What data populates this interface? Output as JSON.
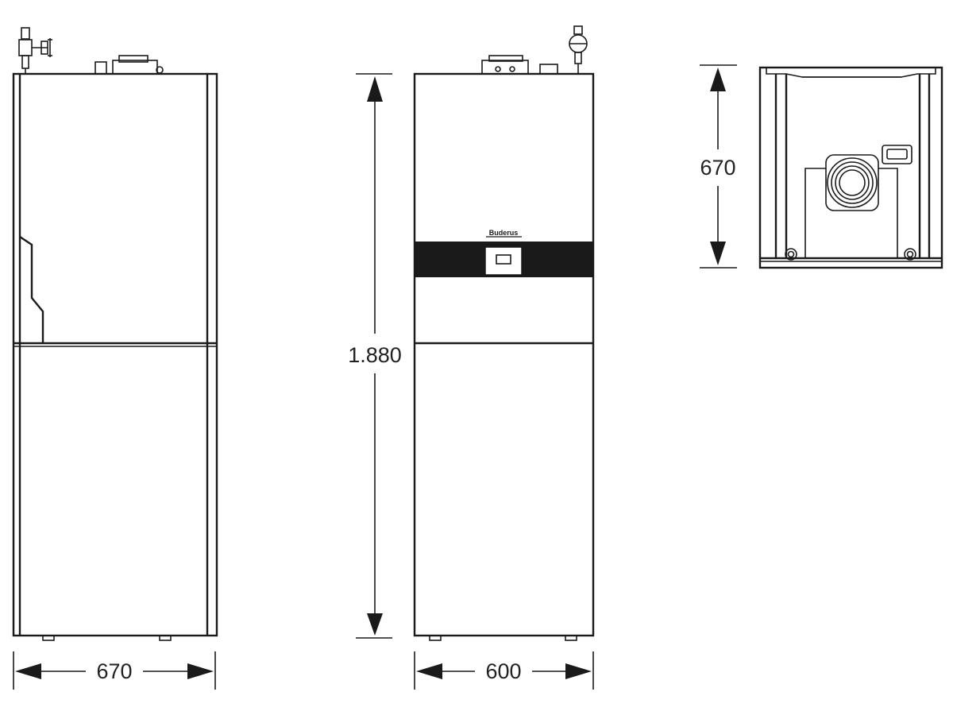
{
  "views": {
    "side": {
      "width_label": "670"
    },
    "front": {
      "height_label": "1.880",
      "width_label": "600",
      "brand_label": "Buderus"
    },
    "top": {
      "depth_label": "670"
    }
  },
  "colors": {
    "line": "#1a1a1a",
    "band": "#1a1a1a",
    "background": "#ffffff",
    "text": "#222222"
  }
}
